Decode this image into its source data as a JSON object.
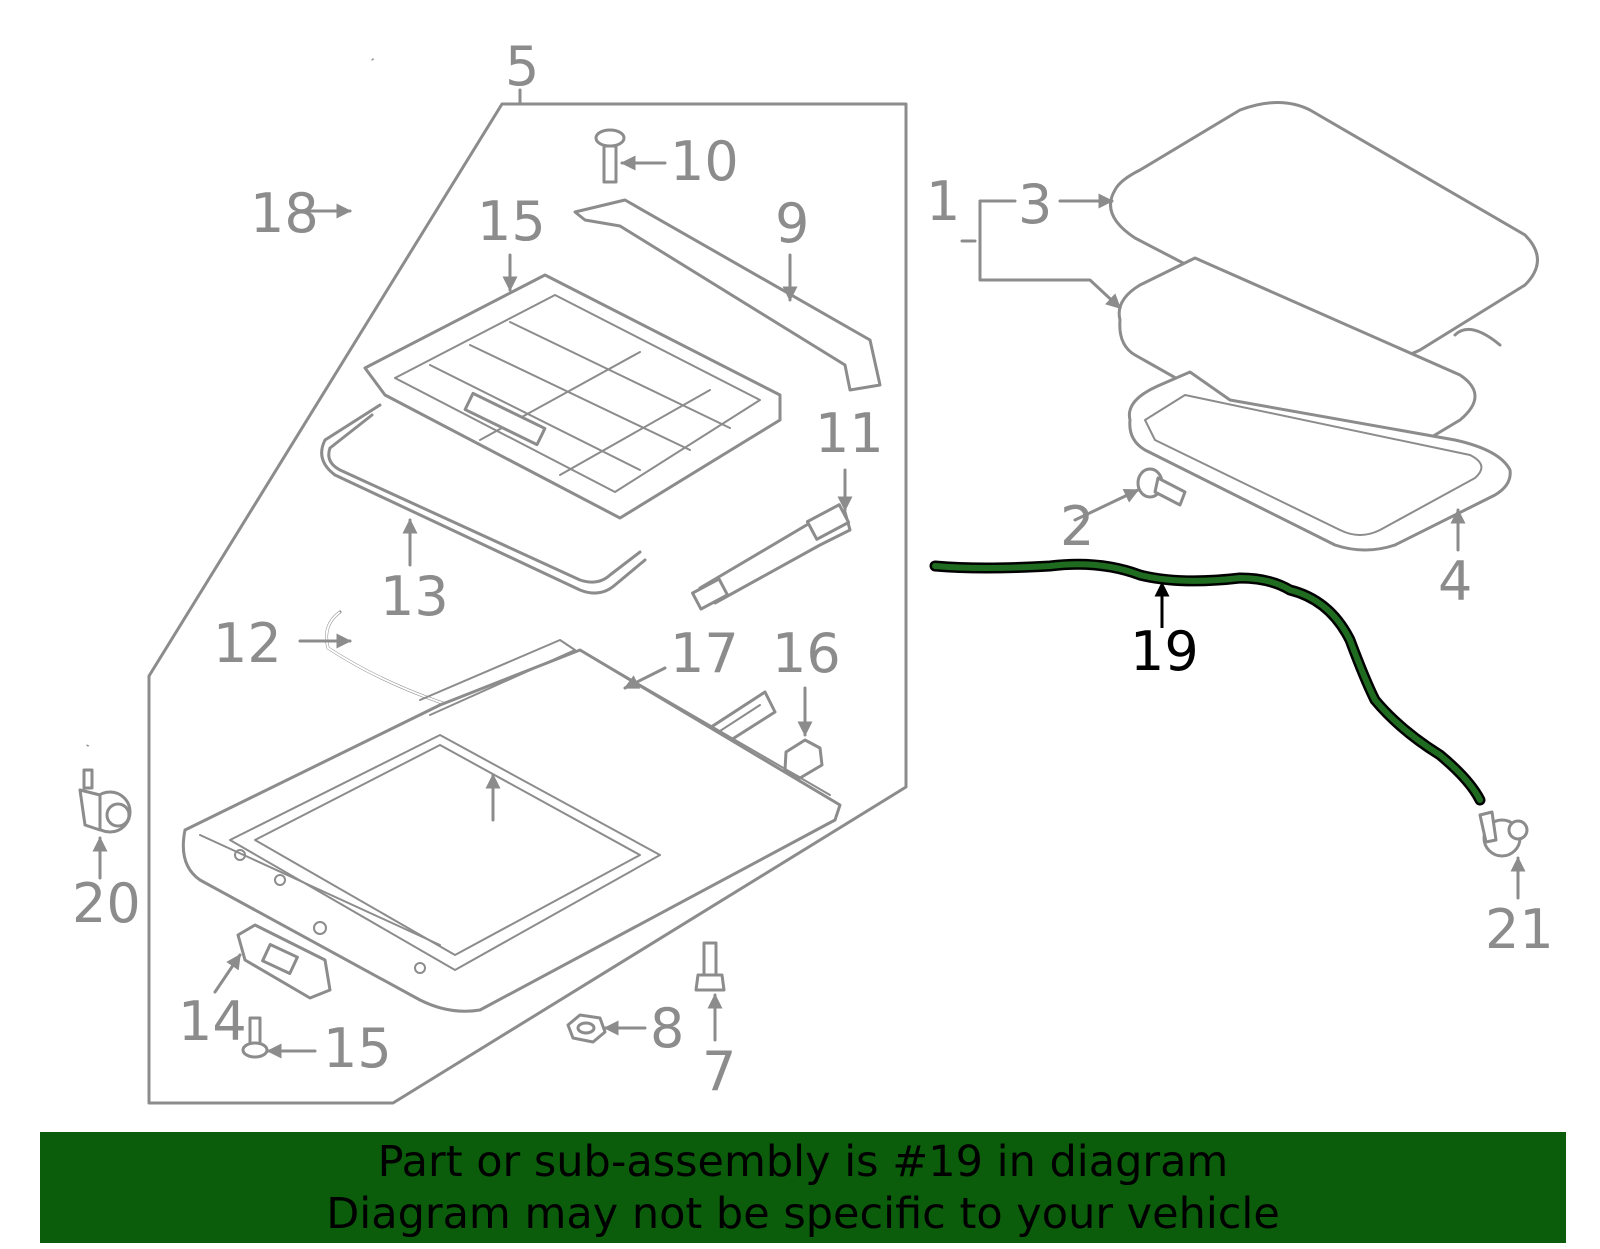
{
  "colors": {
    "line_gray": "#8c8c8c",
    "highlight_green": "#1f6b1f",
    "banner_bg": "#0b5c0b",
    "panel_bg": "#f5f5f5"
  },
  "labels": {
    "l1": "1",
    "l2": "2",
    "l3": "3",
    "l4": "4",
    "l5": "5",
    "l7": "7",
    "l8": "8",
    "l9": "9",
    "l10": "10",
    "l11": "11",
    "l12": "12",
    "l13": "13",
    "l14": "14",
    "l15a": "15",
    "l15b": "15",
    "l16": "16",
    "l17": "17",
    "l18": "18",
    "l19": "19",
    "l20": "20",
    "l21": "21"
  },
  "highlighted_part": "19",
  "banner": {
    "line1": "Part or sub-assembly is #19 in diagram",
    "line2": "Diagram may not be specific to your vehicle"
  }
}
